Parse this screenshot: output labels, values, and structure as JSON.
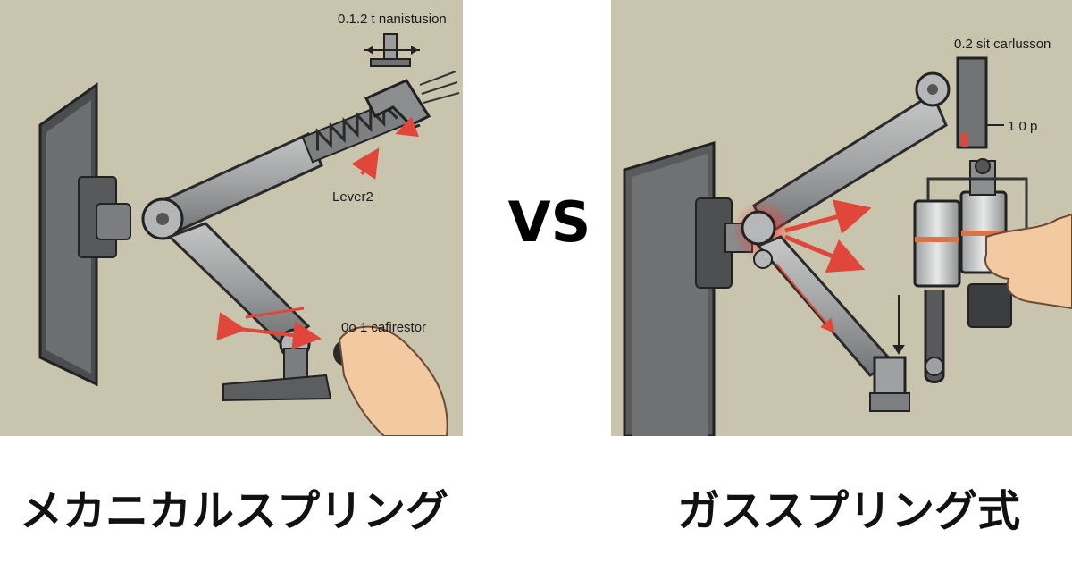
{
  "left": {
    "label_top": "0.1.2 t nanistusion",
    "label_lever": "Lever2",
    "label_bottom": "0o 1 cafirestor",
    "caption": "メカニカルスプリング"
  },
  "right": {
    "label_top": "0.2 sit carlusson",
    "label_side": "1 0 p",
    "caption": "ガススプリング式"
  },
  "vs_text": "VS",
  "colors": {
    "panel_bg": "#c9c4ad",
    "metal": "#9ea0a1",
    "metal_dark": "#3e3f40",
    "arrow_red": "#e0463a",
    "skin": "#f2c9a0"
  }
}
